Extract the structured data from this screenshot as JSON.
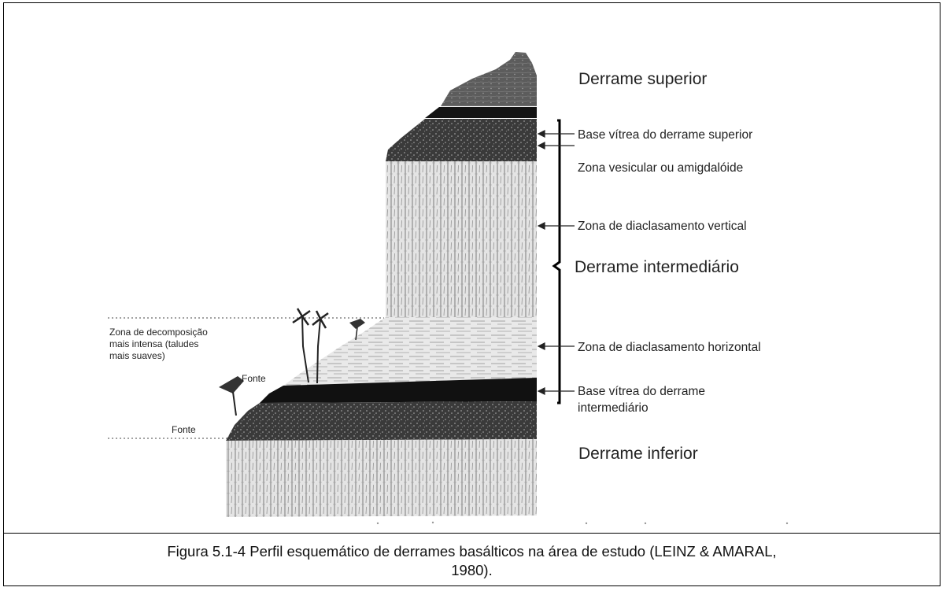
{
  "labels": {
    "derrame_superior": "Derrame superior",
    "base_vitrea_superior": "Base vítrea do derrame superior",
    "zona_vesicular": "Zona vesicular ou amigdalóide",
    "zona_vertical": "Zona de diaclasamento vertical",
    "derrame_intermediario": "Derrame intermediário",
    "zona_horizontal": "Zona de diaclasamento horizontal",
    "base_vitrea_intermediario_1": "Base vítrea do derrame",
    "base_vitrea_intermediario_2": "intermediário",
    "derrame_inferior": "Derrame inferior",
    "zona_decomposicao_1": "Zona de decomposição",
    "zona_decomposicao_2": "mais intensa (taludes",
    "zona_decomposicao_3": "mais suaves)",
    "fonte_upper": "Fonte",
    "fonte_lower": "Fonte"
  },
  "caption": {
    "line1": "Figura 5.1-4 Perfil esquemático de derrames basálticos na área de estudo (LEINZ & AMARAL,",
    "line2": "1980)."
  }
}
